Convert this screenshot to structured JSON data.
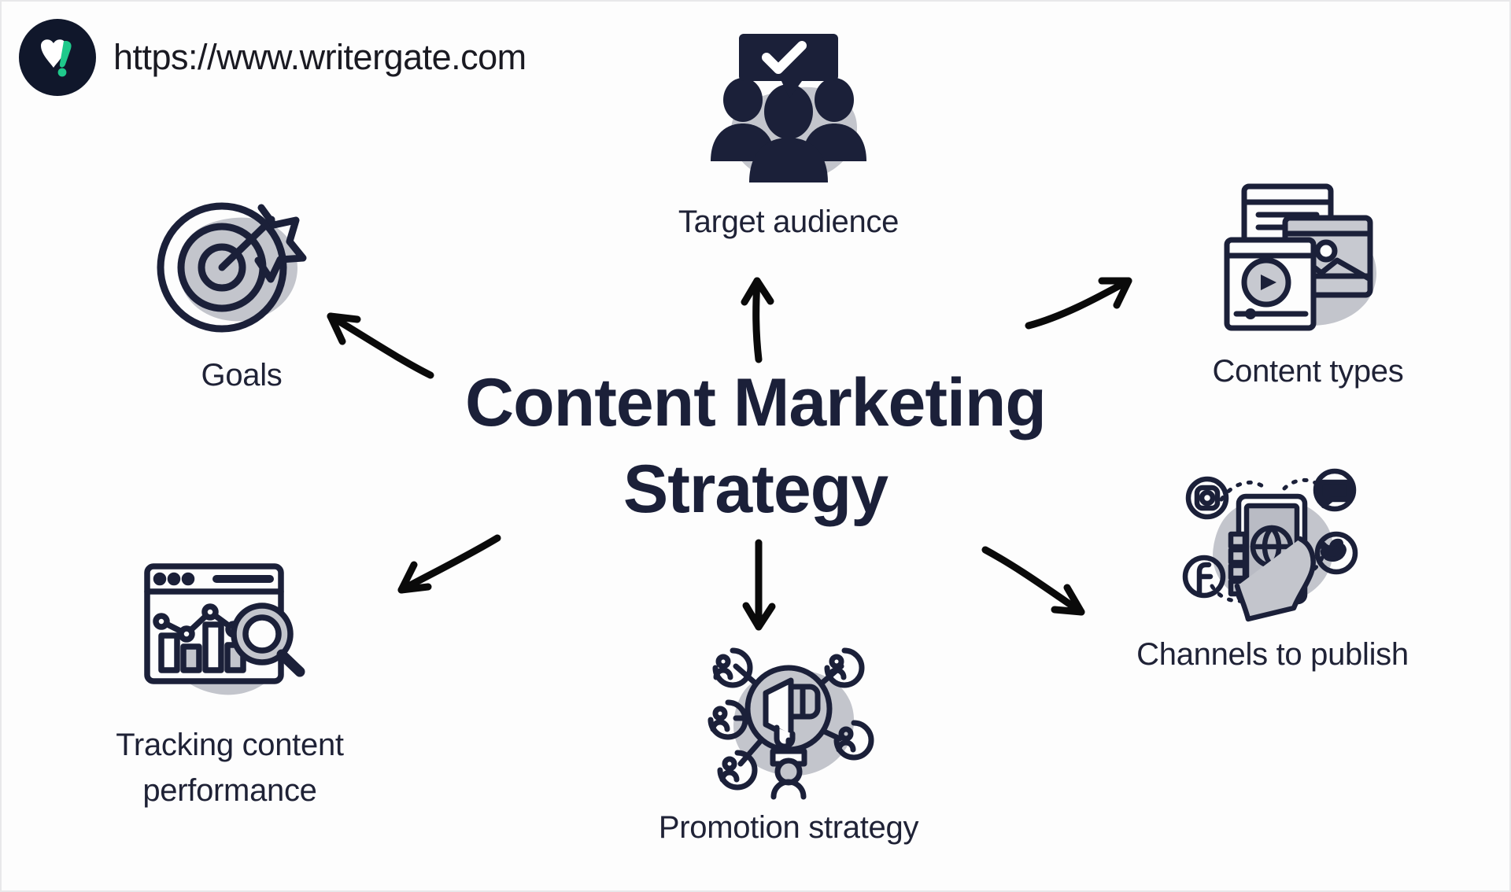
{
  "brand": {
    "url": "https://www.writergate.com",
    "logo_icon": "writergate-heart-logo",
    "logo_bg": "#10172b",
    "logo_accent": "#1fc98b"
  },
  "diagram": {
    "type": "hub-and-spoke",
    "center_title_line1": "Content Marketing",
    "center_title_line2": "Strategy",
    "center_color": "#1b2039",
    "icon_stroke": "#1b2039",
    "blob_color": "#c3c5cc",
    "arrow_color": "#0a0a0a",
    "nodes": [
      {
        "id": "target-audience",
        "label": "Target audience",
        "icon": "people-group-check-icon",
        "position": "top"
      },
      {
        "id": "goals",
        "label": "Goals",
        "icon": "target-dartboard-icon",
        "position": "upper-left"
      },
      {
        "id": "content-types",
        "label": "Content types",
        "icon": "media-cards-video-icon",
        "position": "upper-right"
      },
      {
        "id": "channels-to-publish",
        "label": "Channels to publish",
        "icon": "hand-phone-social-icon",
        "position": "lower-right"
      },
      {
        "id": "tracking-content-performance",
        "label": "Tracking content\nperformance",
        "icon": "analytics-dashboard-magnifier-icon",
        "position": "lower-left"
      },
      {
        "id": "promotion-strategy",
        "label": "Promotion strategy",
        "icon": "megaphone-network-icon",
        "position": "bottom"
      }
    ]
  }
}
